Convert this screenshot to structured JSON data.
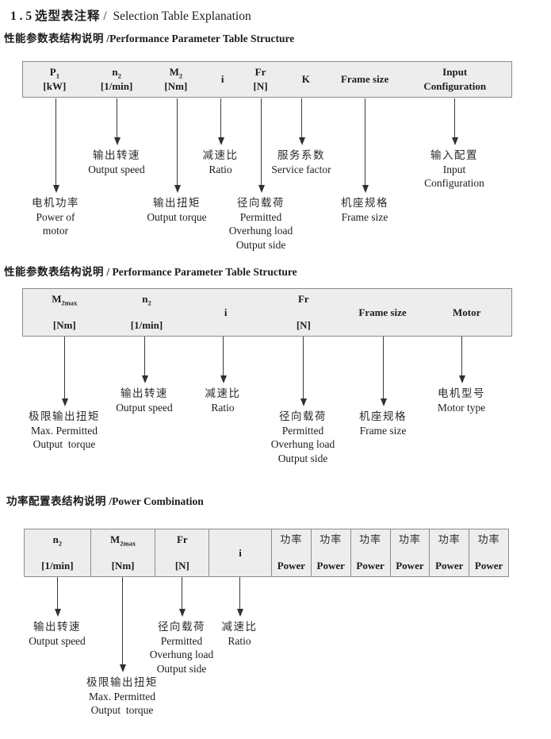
{
  "page_title": {
    "prefix": "1 . 5 ",
    "zh": "选型表注释",
    "sep": " /  ",
    "en": "Selection Table Explanation"
  },
  "colors": {
    "table_background": "#ededed",
    "table_border": "#8c8c8c",
    "text": "#1c1c1c",
    "arrow": "#3a3a3a"
  },
  "sections": [
    {
      "heading": {
        "zh": "性能参数表结构说明",
        "sep": " /",
        "en": "Performance Parameter Table Structure"
      },
      "columns": [
        {
          "line1": "P",
          "sub": "1",
          "line2": "[kW]"
        },
        {
          "line1": "n",
          "sub": "2",
          "line2": "[1/min]"
        },
        {
          "line1": "M",
          "sub": "2",
          "line2": "[Nm]"
        },
        {
          "line1": "i"
        },
        {
          "line1": "Fr",
          "line2": "[N]"
        },
        {
          "line1": "K"
        },
        {
          "line1": "Frame size"
        },
        {
          "line1": "Input",
          "line2": "Configuration"
        }
      ],
      "callouts": [
        {
          "zh": "电机功率",
          "en": [
            "Power of",
            "motor"
          ]
        },
        {
          "zh": "输出转速",
          "en": [
            "Output speed"
          ]
        },
        {
          "zh": "输出扭矩",
          "en": [
            "Output torque"
          ]
        },
        {
          "zh": "减速比",
          "en": [
            "Ratio"
          ]
        },
        {
          "zh": "径向载荷",
          "en": [
            "Permitted",
            "Overhung load",
            "Output side"
          ]
        },
        {
          "zh": "服务系数",
          "en": [
            "Service factor"
          ]
        },
        {
          "zh": "机座规格",
          "en": [
            "Frame size"
          ]
        },
        {
          "zh": "输入配置",
          "en": [
            "Input",
            "Configuration"
          ]
        }
      ]
    },
    {
      "heading": {
        "zh": "性能参数表结构说明",
        "sep": " / ",
        "en": "Performance Parameter Table Structure"
      },
      "columns": [
        {
          "line1": "M",
          "sub": "2max",
          "line2": "[Nm]"
        },
        {
          "line1": "n",
          "sub": "2",
          "line2": "[1/min]"
        },
        {
          "line1": "i"
        },
        {
          "line1": "Fr",
          "line2": "[N]"
        },
        {
          "line1": "Frame size"
        },
        {
          "line1": "Motor"
        }
      ],
      "callouts": [
        {
          "zh": "极限输出扭矩",
          "en": [
            "Max. Permitted",
            "Output  torque"
          ]
        },
        {
          "zh": "输出转速",
          "en": [
            "Output speed"
          ]
        },
        {
          "zh": "减速比",
          "en": [
            "Ratio"
          ]
        },
        {
          "zh": "径向载荷",
          "en": [
            "Permitted",
            "Overhung load",
            "Output side"
          ]
        },
        {
          "zh": "机座规格",
          "en": [
            "Frame size"
          ]
        },
        {
          "zh": "电机型号",
          "en": [
            "Motor type"
          ]
        }
      ]
    },
    {
      "heading": {
        "zh": "功率配置表结构说明",
        "sep": " /",
        "en": "Power Combination"
      },
      "columns": [
        {
          "line1": "n",
          "sub": "2",
          "line2": "[1/min]"
        },
        {
          "line1": "M",
          "sub": "2max",
          "line2": "[Nm]"
        },
        {
          "line1": "Fr",
          "line2": "[N]"
        },
        {
          "line1": "i"
        },
        {
          "zh": "功率",
          "line1": "Power"
        },
        {
          "zh": "功率",
          "line1": "Power"
        },
        {
          "zh": "功率",
          "line1": "Power"
        },
        {
          "zh": "功率",
          "line1": "Power"
        },
        {
          "zh": "功率",
          "line1": "Power"
        },
        {
          "zh": "功率",
          "line1": "Power"
        }
      ],
      "callouts": [
        {
          "zh": "输出转速",
          "en": [
            "Output speed"
          ]
        },
        {
          "zh": "极限输出扭矩",
          "en": [
            "Max. Permitted",
            "Output  torque"
          ]
        },
        {
          "zh": "径向载荷",
          "en": [
            "Permitted",
            "Overhung load",
            "Output side"
          ]
        },
        {
          "zh": "减速比",
          "en": [
            "Ratio"
          ]
        }
      ]
    }
  ]
}
